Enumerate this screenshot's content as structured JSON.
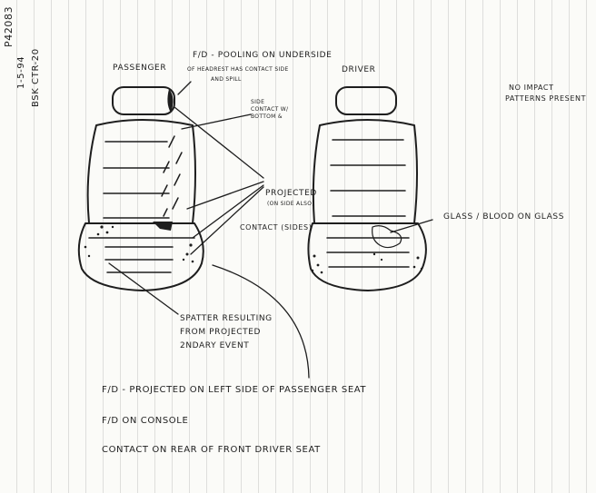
{
  "margin_notes": {
    "line1": "P42083",
    "line2": "1-5-94",
    "line3": "BSK CTR-20"
  },
  "labels": {
    "passenger": "PASSENGER",
    "driver": "DRIVER",
    "pooling_line1": "F/D - POOLING ON UNDERSIDE",
    "pooling_line2": "OF HEADREST HAS CONTACT SIDE",
    "pooling_line3": "AND SPILL",
    "side_contact": [
      "SIDE",
      "CONTACT W/",
      "BOTTOM &"
    ],
    "projected": "PROJECTED",
    "projected_sub": "(ON SIDE ALSO)",
    "contact_sides": "CONTACT (SIDES)",
    "glass_blood": "GLASS / BLOOD ON GLASS",
    "no_impact": [
      "NO IMPACT",
      "PATTERNS PRESENT"
    ],
    "spatter": [
      "SPATTER RESULTING",
      "FROM PROJECTED",
      "2NDARY EVENT"
    ]
  },
  "notes": [
    "F/D - PROJECTED ON LEFT SIDE OF PASSENGER SEAT",
    "F/D ON CONSOLE",
    "CONTACT ON REAR OF FRONT DRIVER SEAT"
  ],
  "colors": {
    "ink": "#1e1e1e",
    "paper": "#fbfbf8",
    "rule": "#b8b8b8"
  }
}
